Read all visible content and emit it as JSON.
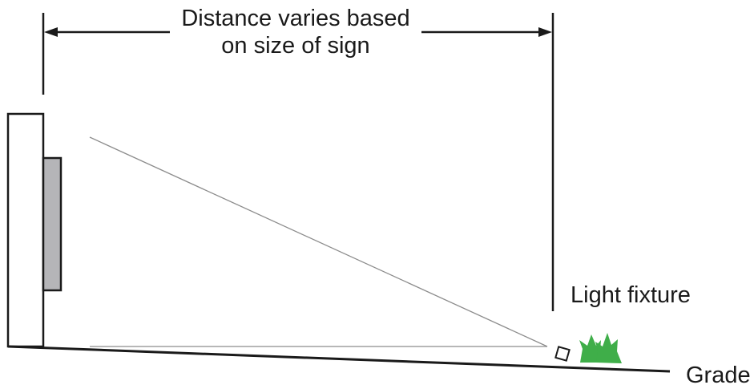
{
  "diagram": {
    "distance_label": {
      "line1": "Distance varies based",
      "line2": "on size of sign"
    },
    "fixture_label": "Light fixture",
    "grade_label": "Grade",
    "colors": {
      "stroke": "#1a1a1a",
      "sign_panel": "#b5b5b8",
      "light_ray": "#8c8c8c",
      "shrub": "#3fae49",
      "background": "#ffffff"
    }
  }
}
